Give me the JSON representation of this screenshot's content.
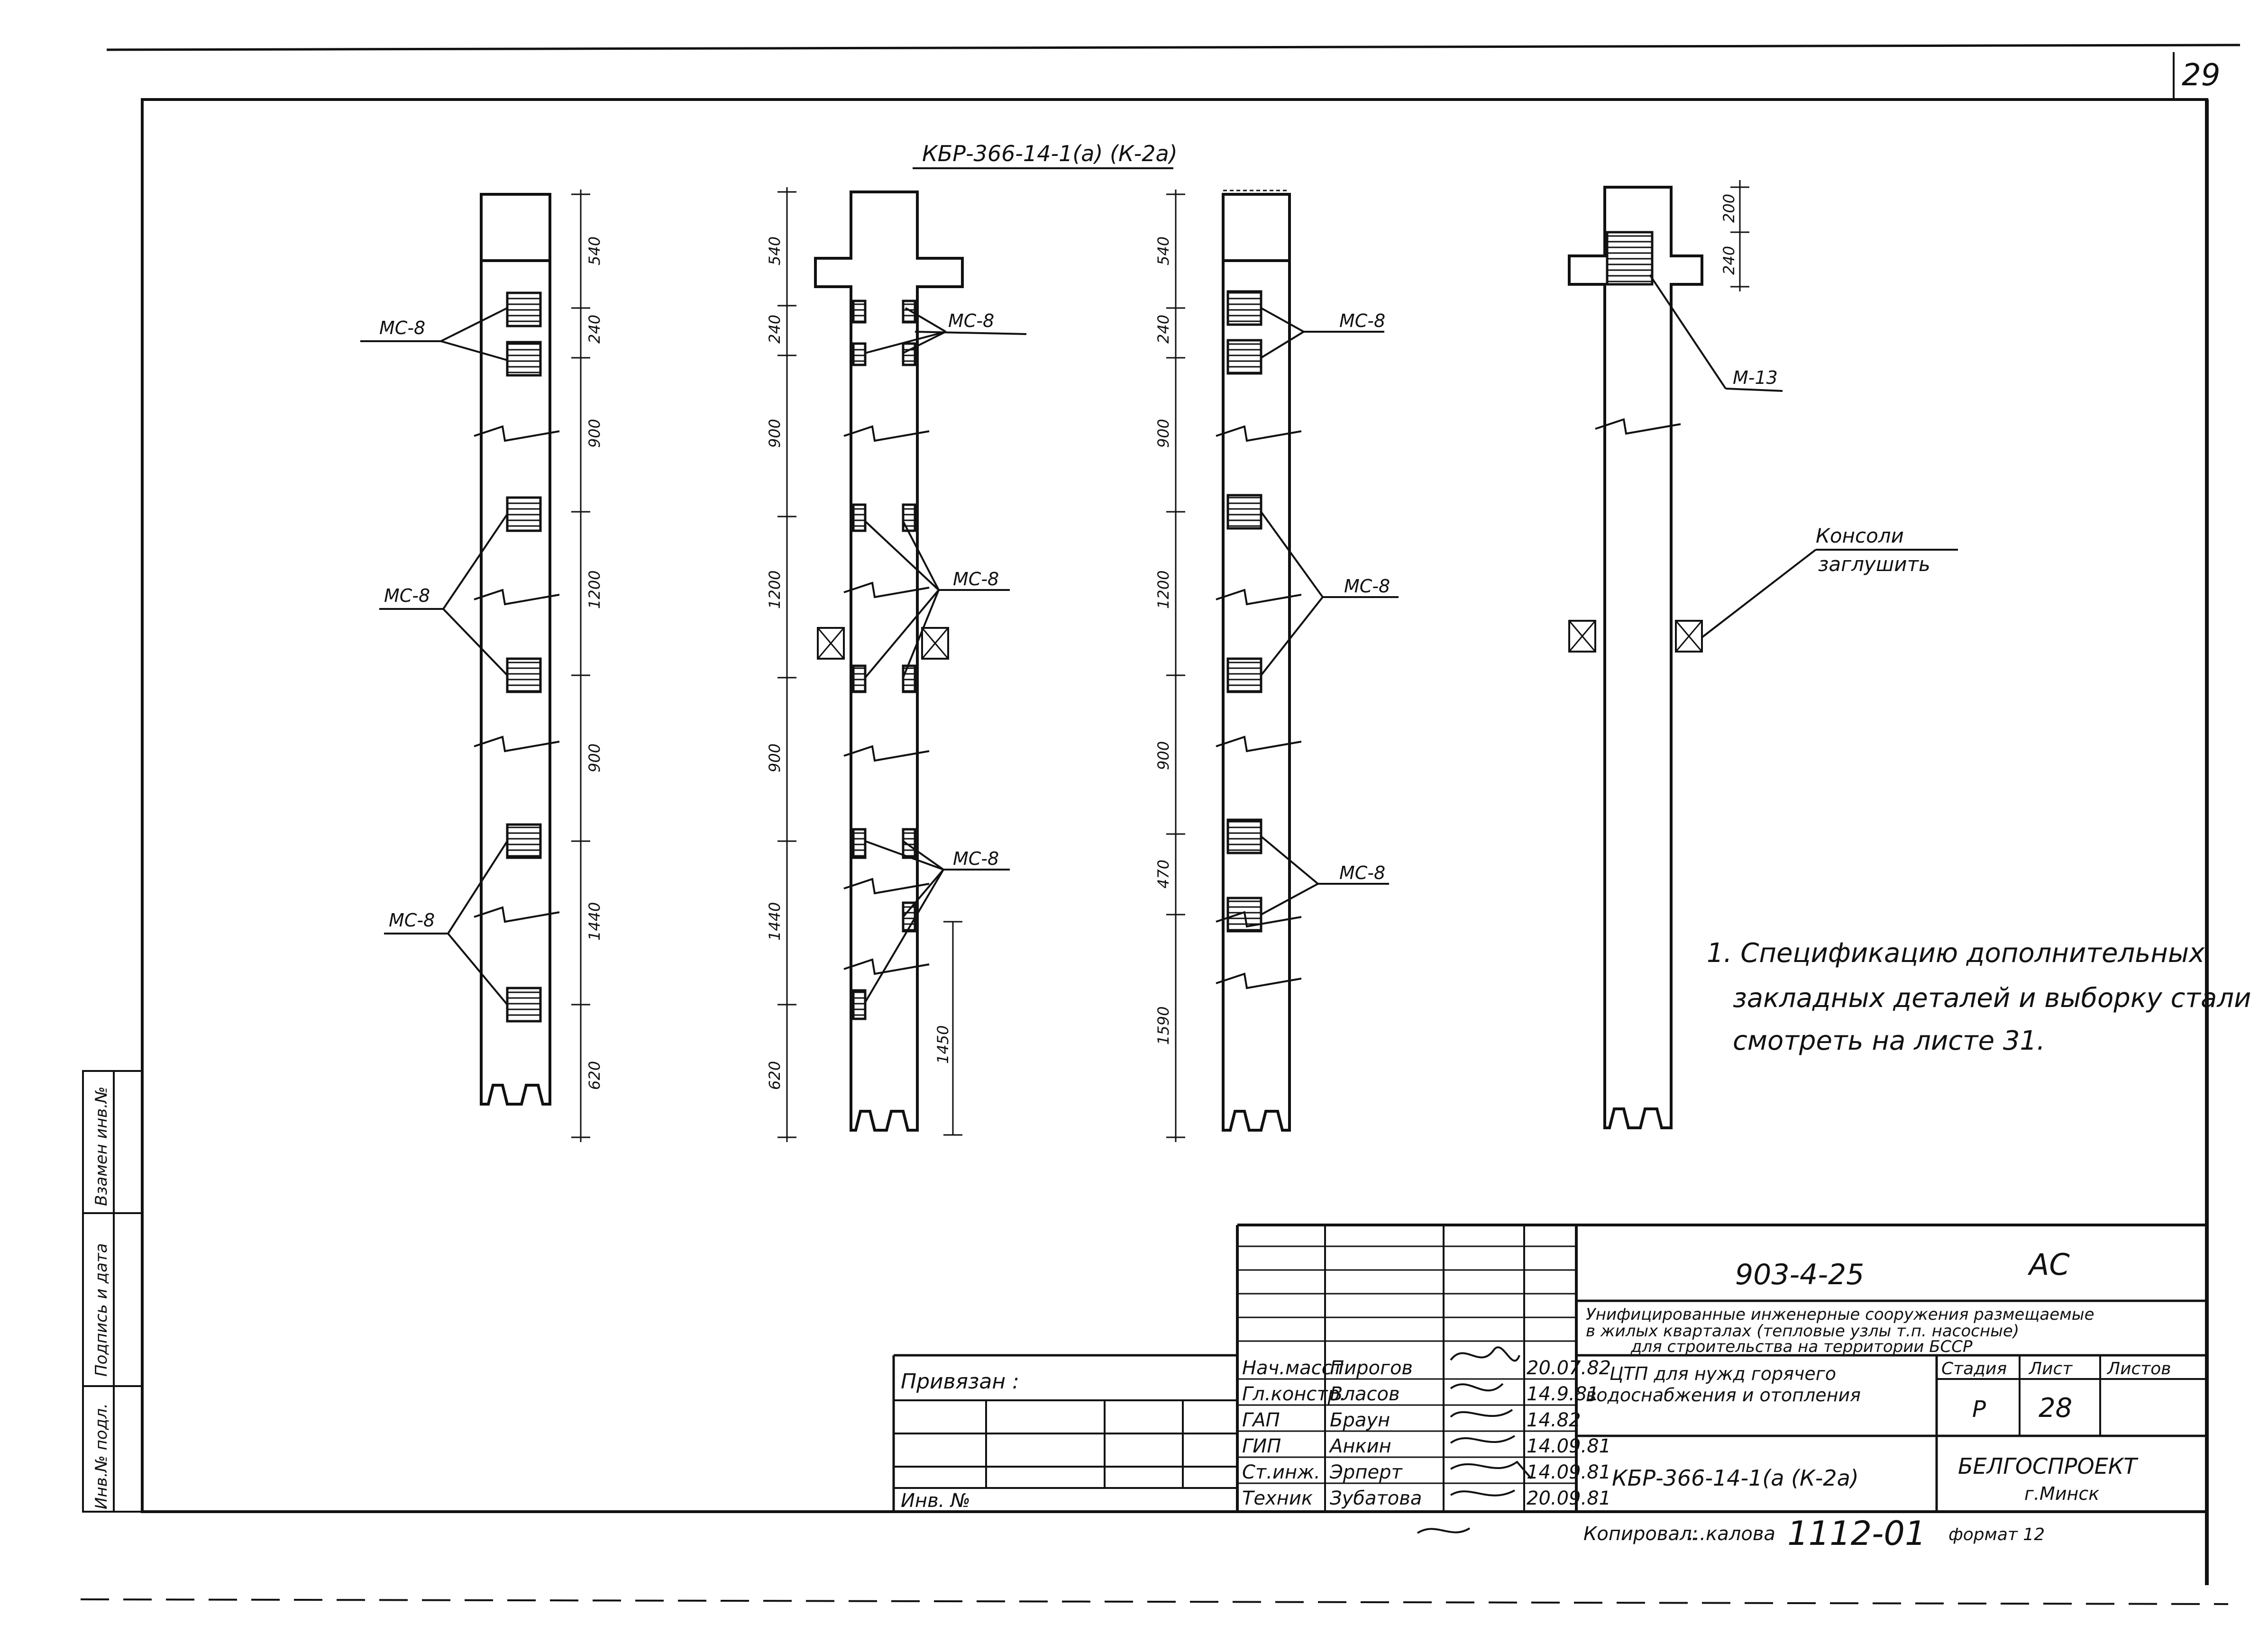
{
  "sheet_number": "29",
  "drawing_title": "КБР-366-14-1(а) (К-2а)",
  "labels": {
    "mc8": "МС-8",
    "m13": "М-13",
    "consoles": [
      "Консоли",
      "заглушить"
    ]
  },
  "dimensions": {
    "col1": [
      "540",
      "240",
      "900",
      "1200",
      "900",
      "1440",
      "620"
    ],
    "col2": [
      "540",
      "240",
      "900",
      "1200",
      "900",
      "1440",
      "620",
      "1450"
    ],
    "col3": [
      "540",
      "240",
      "900",
      "1200",
      "900",
      "470",
      "1590"
    ],
    "col4": [
      "200",
      "240"
    ]
  },
  "note": [
    "1. Спецификацию дополнительных",
    "закладных деталей и выборку стали",
    "смотреть на листе 31."
  ],
  "side_stamp": [
    "Инв.№ подл.",
    "Подпись и дата",
    "Взамен инв.№"
  ],
  "title_block": {
    "project_code": "903-4-25",
    "discipline": "АС",
    "project_name": [
      "Унифицированные инженерные сооружения размещаемые",
      "в жилых кварталах (тепловые узлы т.п. насосные)",
      "для строительства на территории БССР"
    ],
    "sheet_name": [
      "ЦТП для нужд горячего",
      "водоснабжения и отопления"
    ],
    "col_stage": "Стадия",
    "col_sheet": "Лист",
    "col_sheets": "Листов",
    "stage": "Р",
    "sheet": "28",
    "element_code": "КБР-366-14-1(а (К-2а)",
    "org": "БЕЛГОСПРОЕКТ",
    "city": "г.Минск",
    "bound": "Привязан :",
    "inv": "Инв. №",
    "copied": "Копировал:",
    "copier": "...калова",
    "doc_no": "1112-01",
    "format": "формат 12",
    "roles": [
      {
        "role": "Нач.масст",
        "name": "Пирогов",
        "date": "20.07.82"
      },
      {
        "role": "Гл.констр.",
        "name": "Власов",
        "date": "14.9.81"
      },
      {
        "role": "ГАП",
        "name": "Браун",
        "date": "14.82"
      },
      {
        "role": "ГИП",
        "name": "Анкин",
        "date": "14.09.81"
      },
      {
        "role": "Ст.инж.",
        "name": "Эрперт",
        "date": "14.09.81"
      },
      {
        "role": "Техник",
        "name": "Зубатова",
        "date": "20.09.81"
      }
    ]
  }
}
